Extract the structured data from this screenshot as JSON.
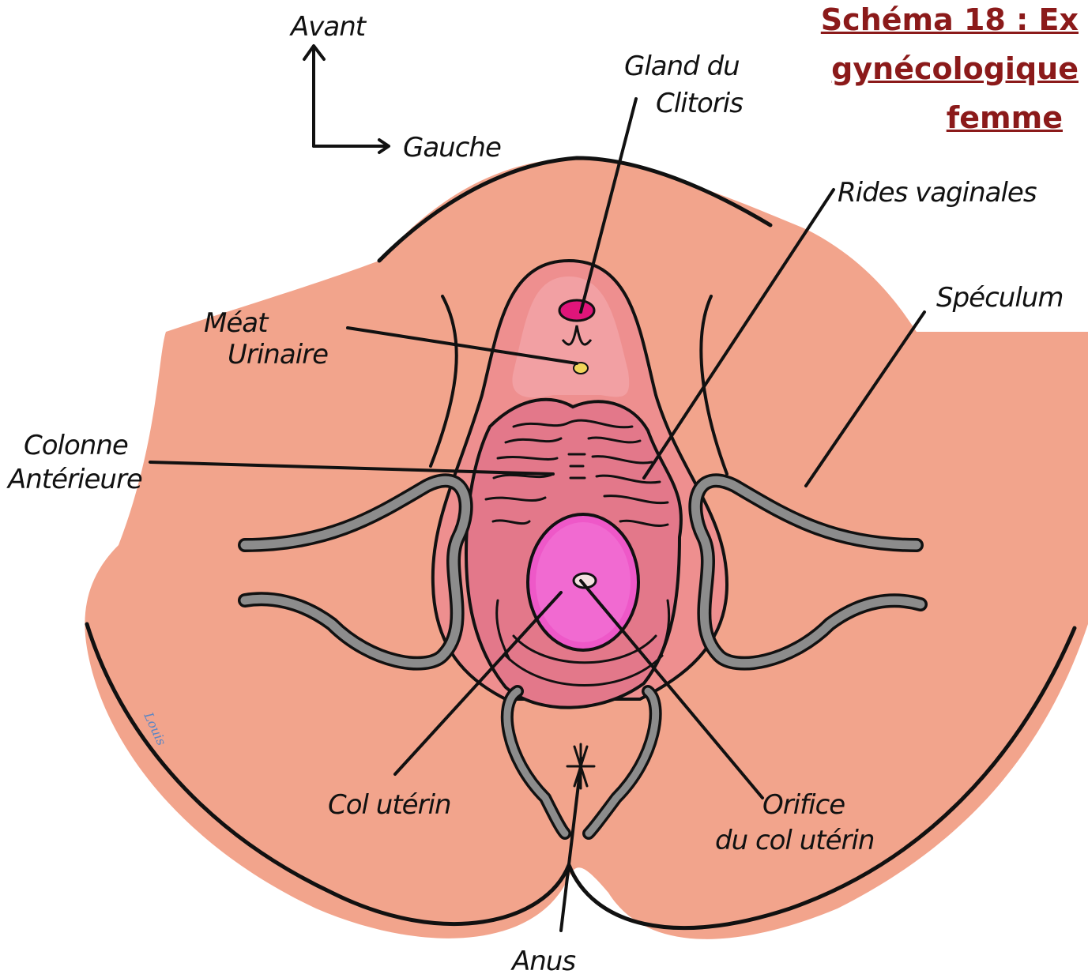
{
  "title": {
    "line1": "Schéma 18 : Ex",
    "line2": "gynécologique",
    "line3": "femme"
  },
  "orientation": {
    "front": "Avant",
    "left": "Gauche"
  },
  "labels": {
    "clitoris_glans": [
      "Gland du",
      "Clitoris"
    ],
    "urinary_meatus": [
      "Méat",
      "Urinaire"
    ],
    "anterior_column": [
      "Colonne",
      "Antérieure"
    ],
    "vaginal_rugae": "Rides vaginales",
    "speculum": "Spéculum",
    "cervix": "Col utérin",
    "cervical_os": [
      "Orifice",
      "du col utérin"
    ],
    "anus": "Anus"
  },
  "signature": "Louis",
  "colors": {
    "skin": "#f2a48c",
    "labia": "#ee8f8f",
    "vestibule": "#e98a98",
    "vagina_wall": "#e3788a",
    "cervix": "#ee58c8",
    "clitoris": "#e0157a",
    "meatus": "#f1d55a",
    "speculum": "#8c8c8c",
    "outline": "#111111",
    "title": "#8b1a1a"
  }
}
